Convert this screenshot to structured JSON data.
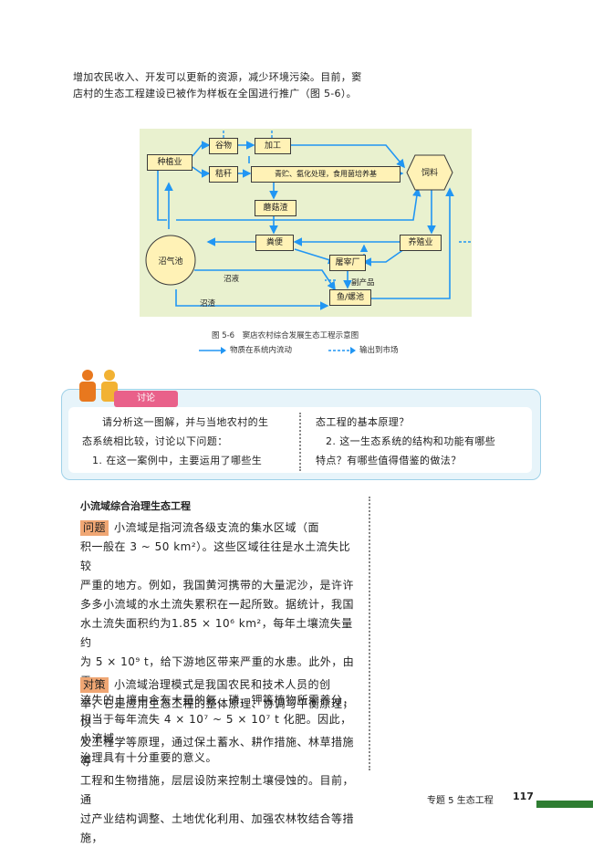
{
  "intro_lines": [
    "增加农民收入、开发可以更新的资源，减少环境污染。目前，窦",
    "店村的生态工程建设已被作为样板在全国进行推广（图 5-6）。"
  ],
  "diagram": {
    "boxes": {
      "zhongzhi": "种植业",
      "guwu": "谷物",
      "jiagong": "加工",
      "jiegan": "秸秆",
      "chuli": "青贮、氨化处理，食用菌培养基",
      "siliao": "饲料",
      "niezhuang": "蘑菇渣",
      "zhaoqichi": "沼气池",
      "fenbian": "粪便",
      "yangzhi": "养殖业",
      "tuzai": "屠宰厂",
      "yu": "鱼/螺池"
    },
    "labels": {
      "zhaoye": "沼液",
      "zhaozha": "沼渣",
      "fuchanpin": "副产品"
    },
    "colors": {
      "flow": "#2196f3",
      "box_fill": "#fff2b6",
      "bg": "#e9f1cf",
      "pool_fill": "#fff2b6"
    }
  },
  "caption": "图 5-6　窦店农村综合发展生态工程示意图",
  "legend": {
    "internal": "物质在系统内流动",
    "market": "输出到市场"
  },
  "discussion": {
    "tab": "讨论",
    "left_lines": [
      "请分析这一图解，并与当地农村的生",
      "态系统相比较，讨论以下问题：",
      "1. 在这一案例中，主要运用了哪些生"
    ],
    "right_lines": [
      "态工程的基本原理？",
      "2. 这一生态系统的结构和功能有哪些",
      "特点？有哪些值得借鉴的做法？"
    ]
  },
  "section_title": "小流域综合治理生态工程",
  "problem": {
    "tag": "问题",
    "lines": [
      "小流域是指河流各级支流的集水区域（面",
      "积一般在 3 ~ 50  km²）。这些区域往往是水土流失比较",
      "严重的地方。例如，我国黄河携带的大量泥沙，是许许",
      "多多小流域的水土流失累积在一起所致。据统计，我国",
      "水土流失面积约为1.85 × 10⁶ km²，每年土壤流失量约",
      "为 5 × 10⁹ t，给下游地区带来严重的水患。此外，由于",
      "流失的土壤中含有大量的氮、磷、钾等植物所需养分，",
      "相当于每年流失 4 × 10⁷ ~ 5 × 10⁷ t 化肥。因此，小流域",
      "治理具有十分重要的意义。"
    ]
  },
  "strategy": {
    "tag": "对策",
    "lines": [
      "小流域治理模式是我国农民和技术人员的创",
      "举，它是应用生态工程的整体原理、协调与平衡原理，以",
      "及工程学等原理，通过保土蓄水、耕作措施、林草措施等",
      "工程和生物措施，层层设防来控制土壤侵蚀的。目前，通",
      "过产业结构调整、土地优化利用、加强农林牧结合等措施，"
    ]
  },
  "footer": {
    "topic": "专题 5  生态工程",
    "page": "117"
  }
}
